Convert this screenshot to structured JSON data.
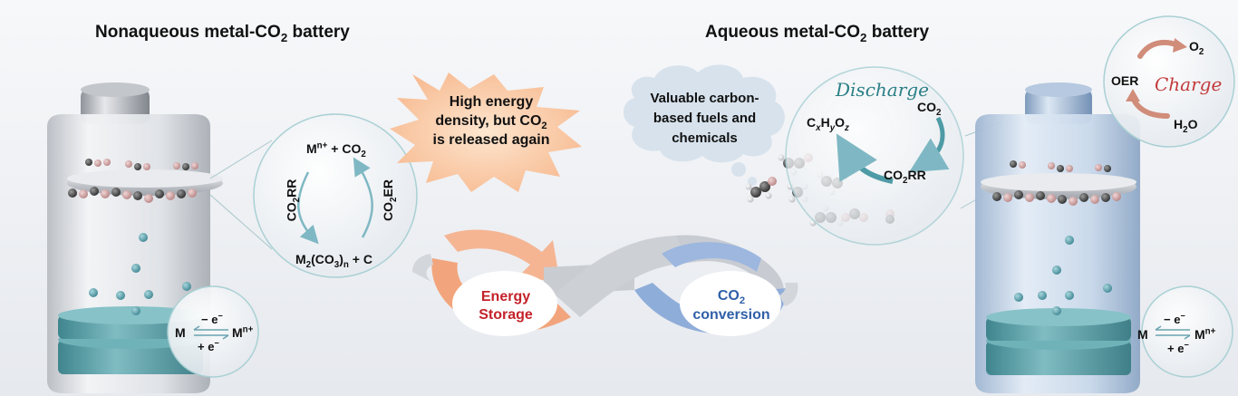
{
  "titles": {
    "left_pre": "Nonaqueous metal-CO",
    "left_sub": "2",
    "left_post": " battery",
    "right_pre": "Aqueous metal-CO",
    "right_sub": "2",
    "right_post": " battery"
  },
  "left_cycle": {
    "top_a": "M",
    "top_sup": "n+",
    "top_b": " + CO",
    "top_sub": "2",
    "bottom_a": "M",
    "bottom_s1": "2",
    "bottom_b": "(CO",
    "bottom_s2": "3",
    "bottom_c": ")",
    "bottom_s3": "n",
    "bottom_d": " + C",
    "left_a": "CO",
    "left_sub": "2",
    "left_b": "RR",
    "right_a": "CO",
    "right_sub": "2",
    "right_b": "ER"
  },
  "starburst": {
    "line1": "High energy",
    "line2_pre": "density, but CO",
    "line2_sub": "2",
    "line3": "is released again"
  },
  "cloud": {
    "line1": "Valuable carbon-",
    "line2": "based fuels and",
    "line3": "chemicals"
  },
  "right_cycle": {
    "discharge": "Discharge",
    "co2_a": "CO",
    "co2_sub": "2",
    "product_c": "C",
    "product_x": "x",
    "product_h": "H",
    "product_y": "y",
    "product_o": "O",
    "product_z": "z",
    "co2rr_a": "CO",
    "co2rr_sub": "2",
    "co2rr_b": "RR"
  },
  "charge_cycle": {
    "charge": "Charge",
    "oer": "OER",
    "o2_a": "O",
    "o2_sub": "2",
    "h2o_a": "H",
    "h2o_sub": "2",
    "h2o_b": "O"
  },
  "metal_left": {
    "m": "M",
    "minus": "− e",
    "minus_sup": "−",
    "plus": "+ e",
    "plus_sup": "−",
    "mn": "M",
    "mn_sup": "n+"
  },
  "metal_right": {
    "m": "M",
    "minus": "− e",
    "minus_sup": "−",
    "plus": "+ e",
    "plus_sup": "−",
    "mn": "M",
    "mn_sup": "n+"
  },
  "infinity": {
    "left_line1": "Energy",
    "left_line2": "Storage",
    "right_a": "CO",
    "right_sub": "2",
    "right_line2": "conversion"
  },
  "colors": {
    "energy_text": "#c4222a",
    "conversion_text": "#2f5fa8",
    "orange_arc": "#f0a378",
    "blue_arc": "#8fadd9",
    "grey_arc": "#c9ccd1",
    "electrolyte_dot": "#4e93a0",
    "electrode": "#5d9ea6",
    "discharge_text": "#2b7f86",
    "charge_text": "#c23b3b"
  }
}
